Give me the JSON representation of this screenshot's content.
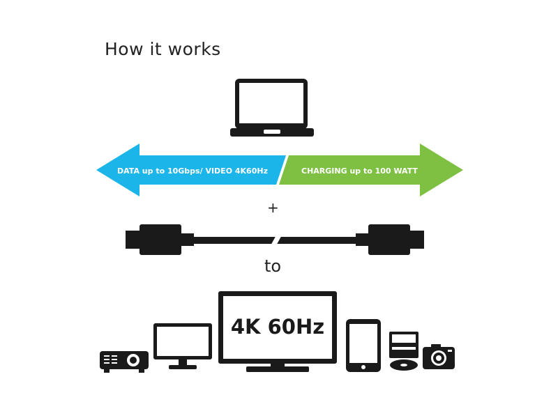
{
  "heading": "How it works",
  "data_label": "DATA up to 10Gbps/ VIDEO 4K60Hz",
  "charging_label": "CHARGING up to 100 WATT",
  "plus_sign": "+",
  "connector_word": "to",
  "monitor_text": "4K 60Hz",
  "colors": {
    "data_arrow": "#1cb5ea",
    "charging_arrow": "#7ec142",
    "icon": "#1a1a1a"
  },
  "icons": [
    "laptop-icon",
    "usb-c-cable-icon",
    "projector-icon",
    "monitor-icon",
    "tv-icon",
    "tablet-icon",
    "disc-drive-icon",
    "camera-icon"
  ]
}
